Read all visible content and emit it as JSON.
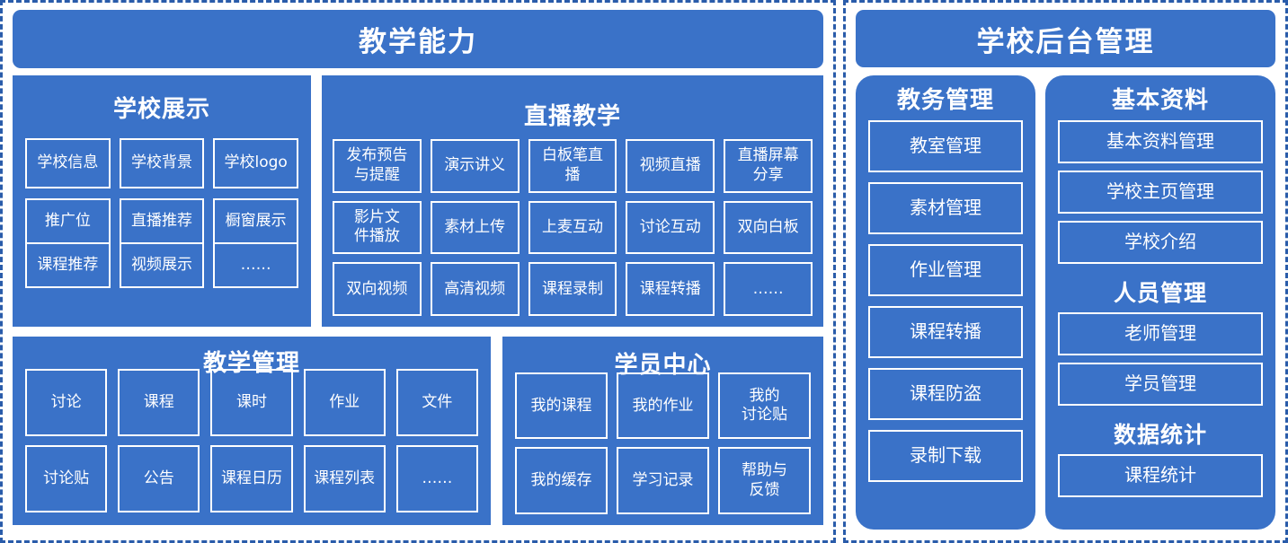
{
  "left_panel": {
    "header": "教学能力",
    "school_display": {
      "title": "学校展示",
      "columns": [
        {
          "top": "学校信息",
          "mid": "推广位",
          "bot": "课程推荐"
        },
        {
          "top": "学校背景",
          "mid": "直播推荐",
          "bot": "视频展示"
        },
        {
          "top": "学校logo",
          "mid": "橱窗展示",
          "bot": "……"
        }
      ]
    },
    "live_teaching": {
      "title": "直播教学",
      "items": [
        "发布预告\n与提醒",
        "演示讲义",
        "白板笔直\n播",
        "视频直播",
        "直播屏幕\n分享",
        "影片文\n件播放",
        "素材上传",
        "上麦互动",
        "讨论互动",
        "双向白板",
        "双向视频",
        "高清视频",
        "课程录制",
        "课程转播",
        "……"
      ]
    },
    "teaching_management": {
      "title": "教学管理",
      "items": [
        "讨论",
        "课程",
        "课时",
        "作业",
        "文件",
        "讨论贴",
        "公告",
        "课程日历",
        "课程列表",
        "……"
      ]
    },
    "student_center": {
      "title": "学员中心",
      "items": [
        "我的课程",
        "我的作业",
        "我的\n讨论贴",
        "我的缓存",
        "学习记录",
        "帮助与\n反馈"
      ]
    }
  },
  "right_panel": {
    "header": "学校后台管理",
    "academic_affairs": {
      "title": "教务管理",
      "items": [
        "教室管理",
        "素材管理",
        "作业管理",
        "课程转播",
        "课程防盗",
        "录制下载"
      ]
    },
    "basic_info": {
      "title": "基本资料",
      "items": [
        "基本资料管理",
        "学校主页管理",
        "学校介绍"
      ],
      "personnel": {
        "title": "人员管理",
        "items": [
          "老师管理",
          "学员管理"
        ]
      },
      "statistics": {
        "title": "数据统计",
        "items": [
          "课程统计"
        ]
      }
    }
  },
  "colors": {
    "brand_blue": "#3a72c8",
    "border_dash": "#2a5caa",
    "text_on_blue": "#ffffff",
    "background": "#ffffff"
  }
}
